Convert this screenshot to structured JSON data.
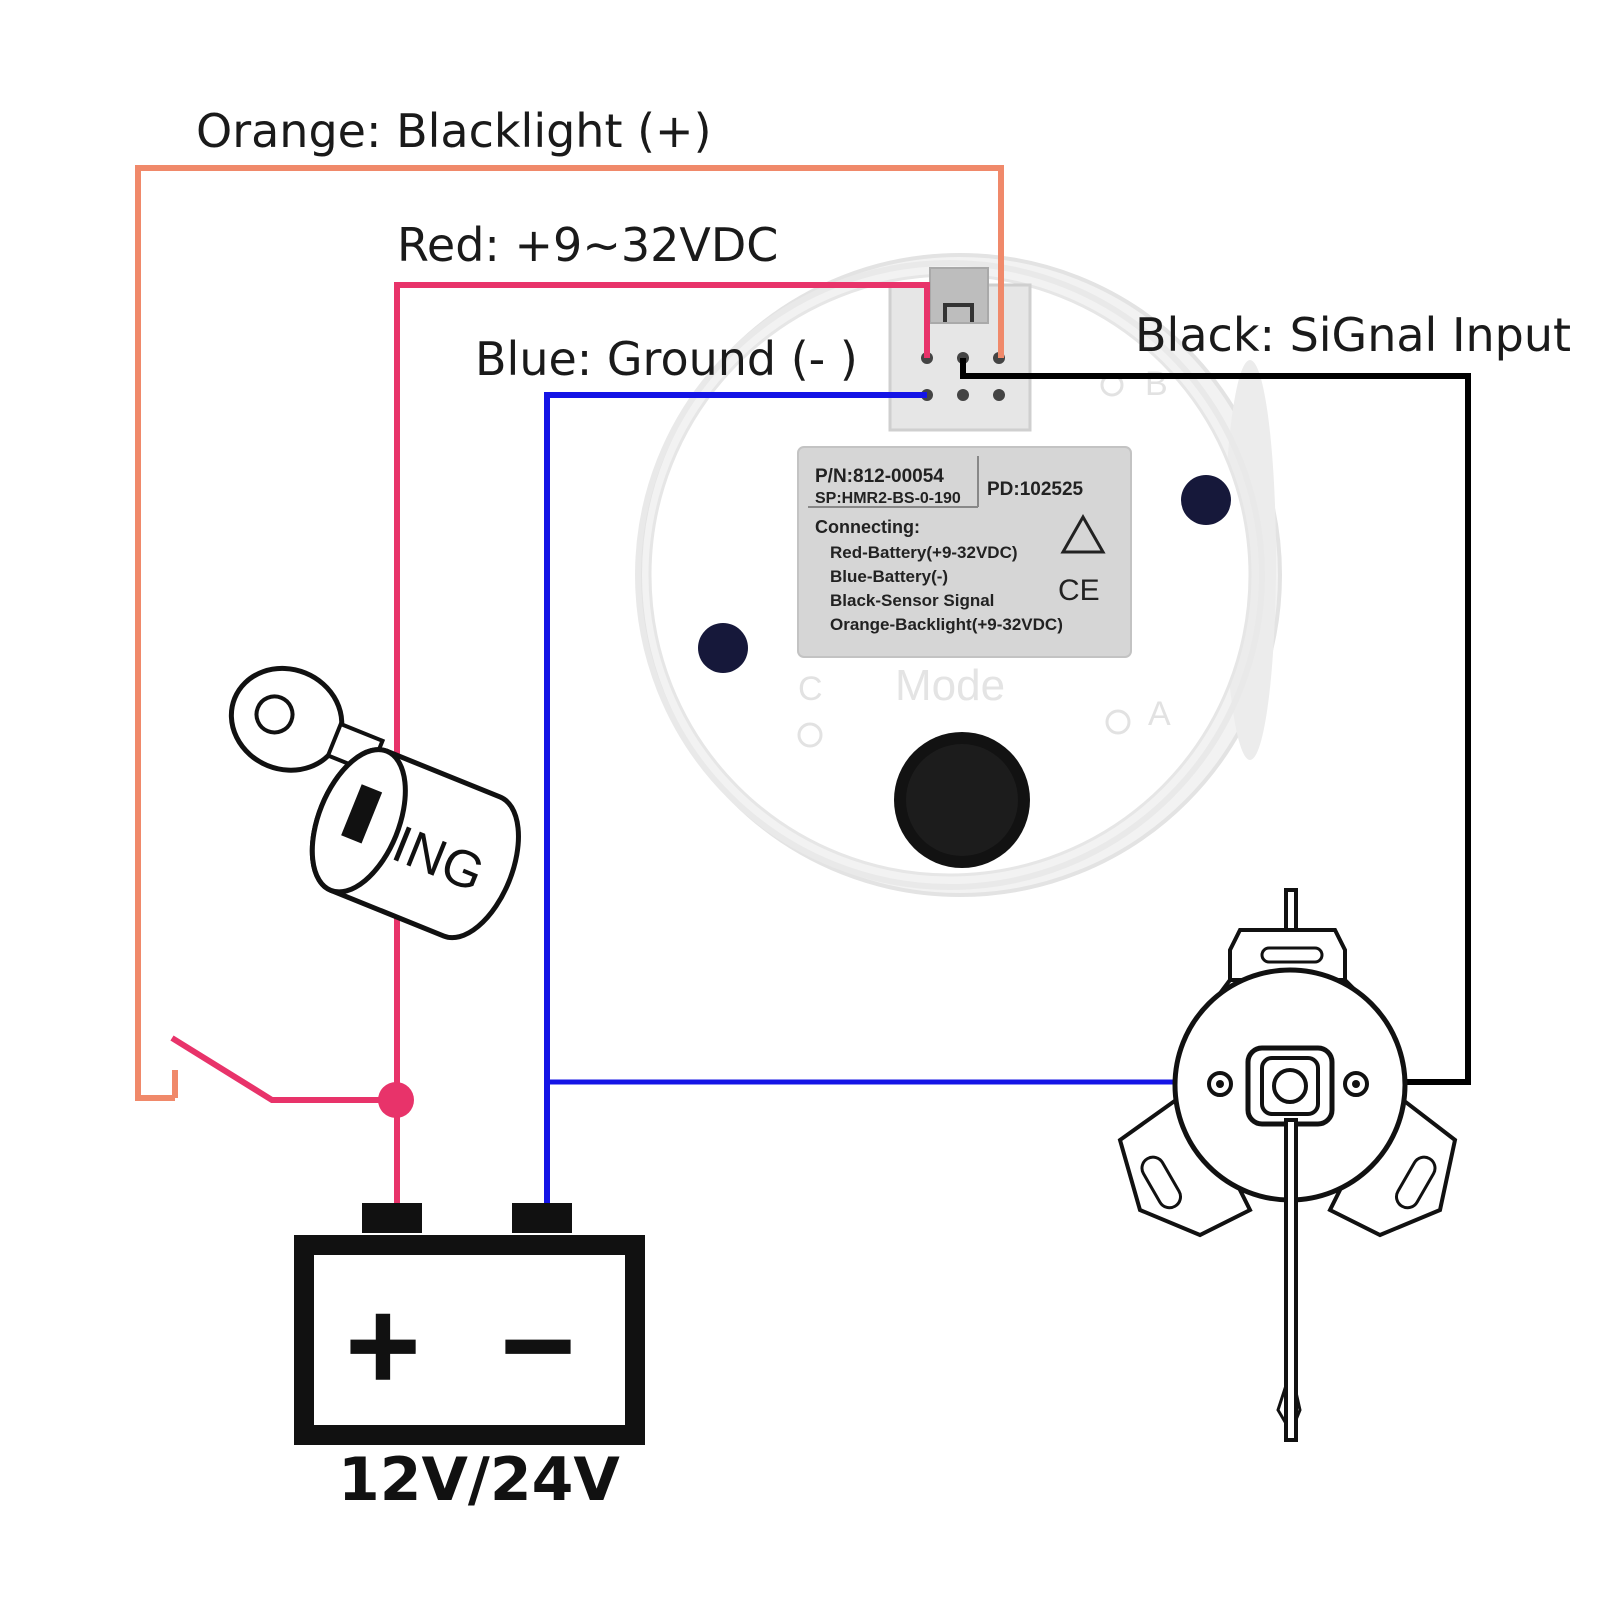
{
  "labels": {
    "orange": "Orange: Blacklight (+)",
    "red": "Red: +9~32VDC",
    "blue": "Blue: Ground (- )",
    "black": "Black: SiGnal Input",
    "voltage": "12V/24V"
  },
  "gauge": {
    "pn": "P/N:812-00054",
    "sp": "SP:HMR2-BS-0-190",
    "pd": "PD:102525",
    "connecting_title": "Connecting:",
    "connecting_lines": [
      "Red-Battery(+9-32VDC)",
      "Blue-Battery(-)",
      "Black-Sensor Signal",
      "Orange-Backlight(+9-32VDC)"
    ],
    "ce_mark": "CE",
    "mode_label": "Mode",
    "terminal_a": "A",
    "terminal_b": "B",
    "terminal_c": "C"
  },
  "ignition": {
    "label": "ING"
  },
  "battery": {
    "plus": "+",
    "minus": "−"
  },
  "colors": {
    "orange_wire": "#F0896A",
    "red_wire": "#E8336A",
    "blue_wire": "#1414E6",
    "black_wire": "#000000"
  }
}
